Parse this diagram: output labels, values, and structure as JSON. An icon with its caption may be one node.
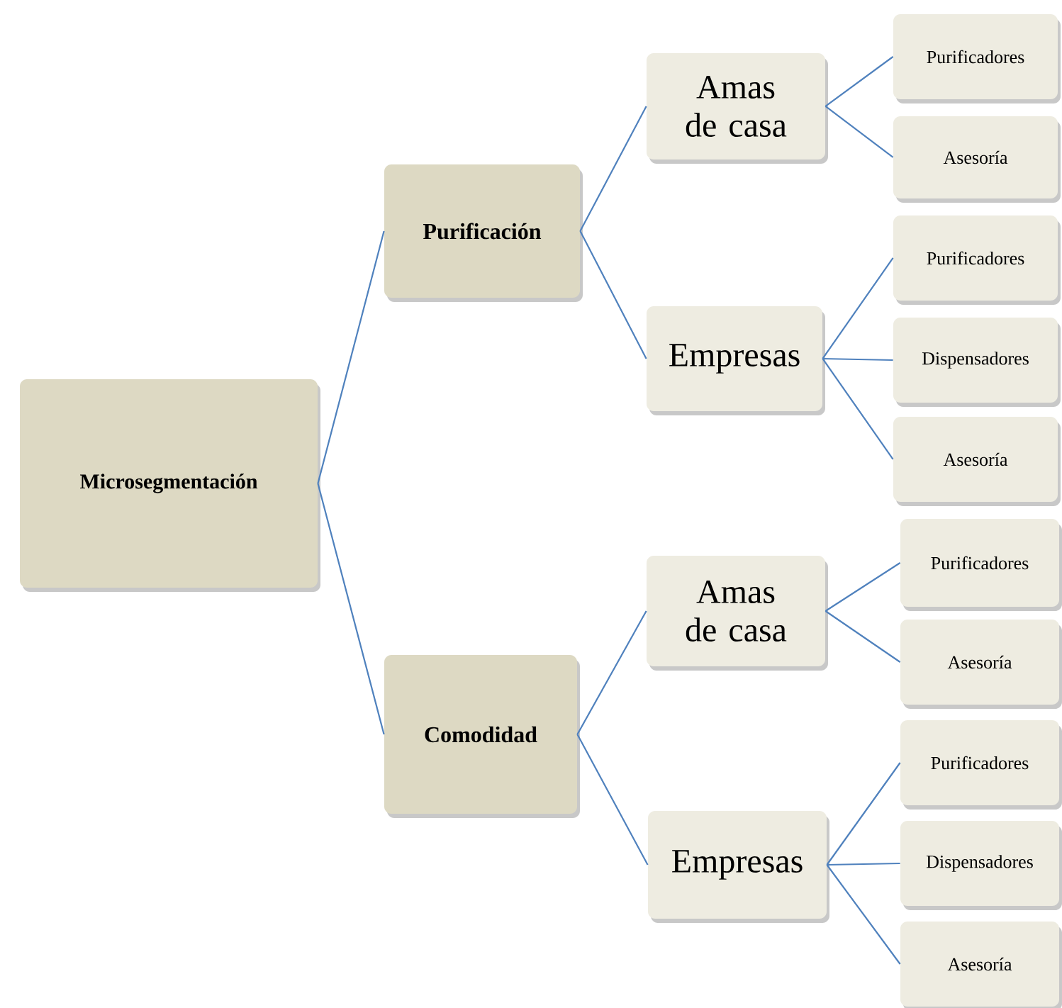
{
  "diagram": {
    "nodes": [
      {
        "text": [
          "Microsegmentación"
        ]
      },
      {
        "text": [
          "Purificación"
        ]
      },
      {
        "text": [
          "Comodidad"
        ]
      },
      {
        "text": [
          "Amas de casa"
        ]
      },
      {
        "text": [
          "Purificadores"
        ]
      },
      {
        "text": [
          "Asesoría"
        ]
      },
      {
        "text": [
          "Empresas"
        ]
      },
      {
        "text": [
          "Purificadores"
        ]
      },
      {
        "text": [
          "Dispensadores"
        ]
      },
      {
        "text": [
          "Asesoría"
        ]
      },
      {
        "text": [
          "Amas de casa"
        ]
      },
      {
        "text": [
          "Purificadores"
        ]
      },
      {
        "text": [
          "Asesoría"
        ]
      },
      {
        "text": [
          "Empresas"
        ]
      },
      {
        "text": [
          "Purificadores"
        ]
      },
      {
        "text": [
          "Dispensadores"
        ]
      },
      {
        "text": [
          "Asesoría"
        ]
      }
    ],
    "edges": [
      {
        "from": 0,
        "to": 1,
        "arrow": "none"
      },
      {
        "from": 0,
        "to": 2,
        "arrow": "none"
      },
      {
        "from": 1,
        "to": 3,
        "arrow": "none"
      },
      {
        "from": 1,
        "to": 6,
        "arrow": "none"
      },
      {
        "from": 3,
        "to": 4,
        "arrow": "none"
      },
      {
        "from": 3,
        "to": 5,
        "arrow": "none"
      },
      {
        "from": 6,
        "to": 7,
        "arrow": "none"
      },
      {
        "from": 6,
        "to": 8,
        "arrow": "none"
      },
      {
        "from": 6,
        "to": 9,
        "arrow": "none"
      },
      {
        "from": 2,
        "to": 10,
        "arrow": "none"
      },
      {
        "from": 2,
        "to": 13,
        "arrow": "none"
      },
      {
        "from": 10,
        "to": 11,
        "arrow": "none"
      },
      {
        "from": 10,
        "to": 12,
        "arrow": "none"
      },
      {
        "from": 13,
        "to": 14,
        "arrow": "none"
      },
      {
        "from": 13,
        "to": 15,
        "arrow": "none"
      },
      {
        "from": 13,
        "to": 16,
        "arrow": "none"
      }
    ]
  }
}
